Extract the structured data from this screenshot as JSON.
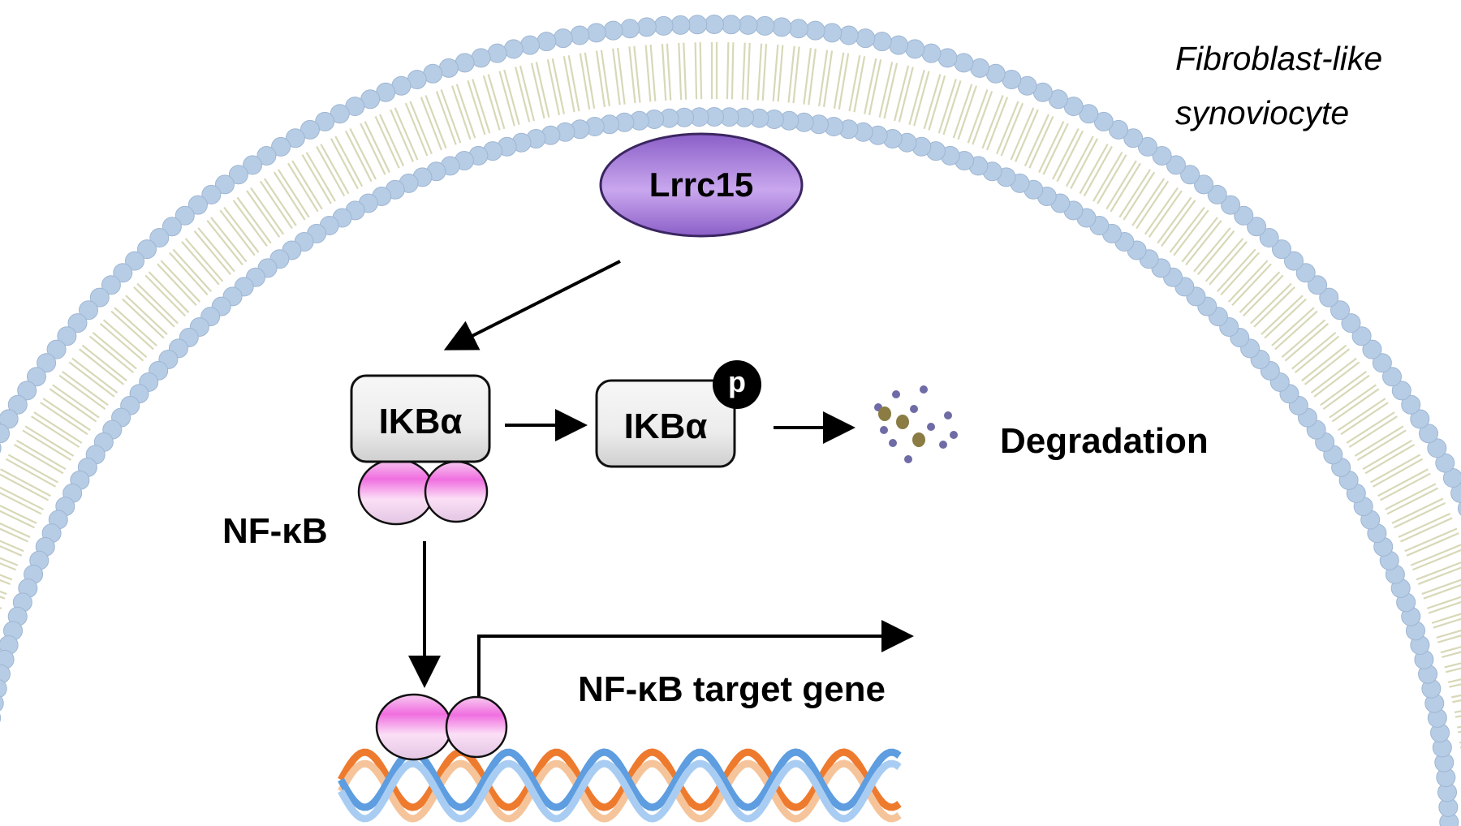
{
  "cell_label": [
    "Fibroblast-like",
    "synoviocyte"
  ],
  "nodes": {
    "receptor": "Lrrc15",
    "inhibitor": "IKBα",
    "phospho_inhibitor": "IKBα",
    "phospho_mark": "p",
    "degradation": "Degradation",
    "complex": "NF-κB",
    "target_gene": "NF-κB target gene"
  },
  "colors": {
    "lipid_head": "#b7cde6",
    "lipid_tail": "#d8d8b8",
    "receptor_fill": "#a985d9",
    "box_fill": "#ececec",
    "nfkb_fill": "#f2a2e6",
    "dna_blue": "#5d9de0",
    "dna_orange": "#ee7a2e",
    "fragment_purple": "#6f6ba6",
    "fragment_olive": "#8a7c42"
  },
  "icons": [
    "lipid-bilayer",
    "phosphate-icon",
    "degradation-fragments",
    "dna-helix"
  ]
}
